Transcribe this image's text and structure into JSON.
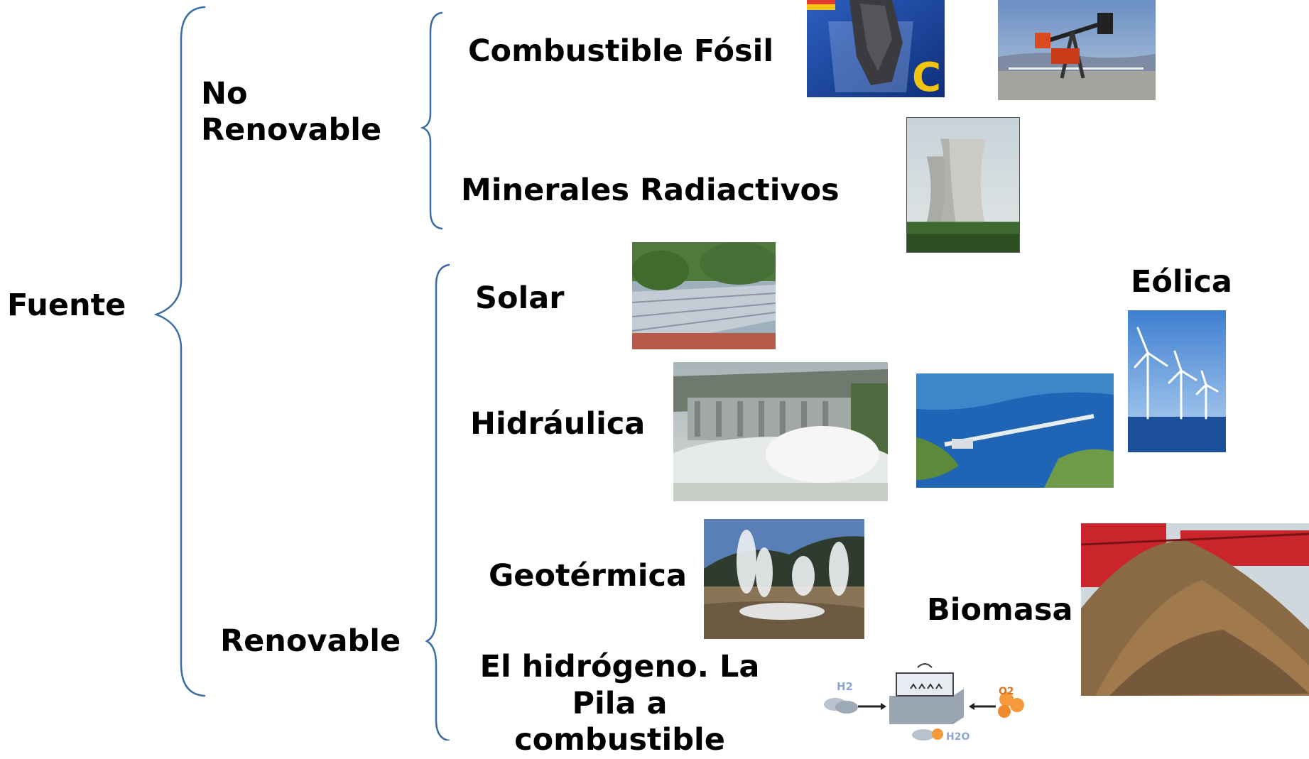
{
  "root": {
    "label": "Fuente"
  },
  "groups": {
    "no_renovable": {
      "label": "No\nRenovable",
      "items": {
        "fosil": "Combustible Fósil",
        "radiactivos": "Minerales Radiactivos"
      }
    },
    "renovable": {
      "label": "Renovable",
      "items": {
        "solar": "Solar",
        "hidraulica": "Hidráulica",
        "geotermica": "Geotérmica",
        "hidrogeno": "El hidrógeno. La\nPila a combustible",
        "eolica": "Eólica",
        "biomasa": "Biomasa"
      }
    }
  },
  "image_marks": {
    "carbon_symbol": "C",
    "fuel_cell_h2": "H2",
    "fuel_cell_o2": "O2",
    "fuel_cell_h2o": "H2O"
  },
  "colors": {
    "brace": "#3a6ea5",
    "text": "#000000"
  }
}
